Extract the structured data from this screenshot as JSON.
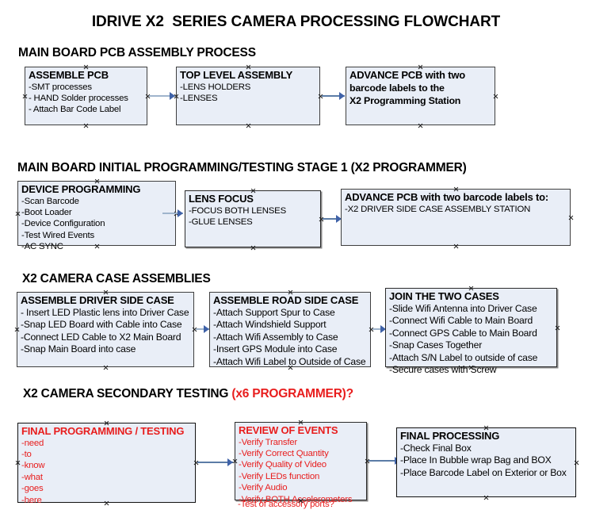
{
  "document": {
    "title": "IDRIVE X2  SERIES CAMERA PROCESSING FLOWCHART",
    "accent_color": "#e81d1d",
    "box_fill": "#e9eef7",
    "connector_color": "#9fb4cc",
    "arrowhead_color": "#3f62a8"
  },
  "sections": [
    {
      "id": "main-board-pcb-assembly",
      "header": "MAIN BOARD PCB ASSEMBLY PROCESS",
      "header_accent": "",
      "boxes": [
        {
          "id": "assemble-pcb",
          "title": "ASSEMBLE PCB",
          "lines": [
            "-SMT processes",
            "- HAND Solder processes",
            "- Attach Bar Code Label"
          ]
        },
        {
          "id": "top-level-assembly",
          "title": "TOP LEVEL ASSEMBLY",
          "lines": [
            "-LENS HOLDERS",
            "-LENSES"
          ]
        },
        {
          "id": "advance-pcb-programming-station",
          "title": "ADVANCE PCB with two",
          "lines": [
            "barcode labels to the",
            "X2 Programming Station"
          ]
        }
      ]
    },
    {
      "id": "initial-programming-testing-stage-1",
      "header": "MAIN BOARD INITIAL PROGRAMMING/TESTING STAGE 1 (X2 PROGRAMMER)",
      "header_accent": "",
      "boxes": [
        {
          "id": "device-programming",
          "title": "DEVICE PROGRAMMING",
          "lines": [
            "-Scan Barcode",
            "-Boot Loader",
            "-Device Configuration",
            "-Test Wired Events",
            "-AC SYNC"
          ]
        },
        {
          "id": "lens-focus",
          "title": "LENS FOCUS",
          "lines": [
            "-FOCUS BOTH LENSES",
            "-GLUE LENSES"
          ]
        },
        {
          "id": "advance-pcb-driver-side-case",
          "title": "ADVANCE PCB with two barcode labels to:",
          "lines": [
            "-X2 DRIVER  SIDE  CASE  ASSEMBLY STATION"
          ]
        }
      ]
    },
    {
      "id": "x2-camera-case-assemblies",
      "header": "X2 CAMERA CASE ASSEMBLIES",
      "header_accent": "",
      "boxes": [
        {
          "id": "assemble-driver-side-case",
          "title": "ASSEMBLE DRIVER SIDE CASE",
          "lines": [
            "- Insert LED Plastic lens into Driver Case",
            "-Snap LED Board with Cable into Case",
            "-Connect LED Cable to X2 Main Board",
            "-Snap Main Board into case"
          ]
        },
        {
          "id": "assemble-road-side-case",
          "title": "ASSEMBLE ROAD SIDE CASE",
          "lines": [
            "-Attach Support Spur to Case",
            "-Attach Windshield Support",
            "-Attach Wifi Assembly to Case",
            "-Insert GPS Module into Case",
            "-Attach Wifi Label to Outside of Case"
          ]
        },
        {
          "id": "join-the-two-cases",
          "title": "JOIN THE TWO CASES",
          "lines": [
            "-Slide Wifi Antenna into Driver Case",
            "-Connect Wifi Cable to Main Board",
            "-Connect GPS Cable to Main Board",
            "-Snap Cases Together",
            "-Attach S/N Label to outside of case",
            "-Secure cases with Screw"
          ]
        }
      ]
    },
    {
      "id": "x2-camera-secondary-testing",
      "header": "X2 CAMERA SECONDARY TESTING ",
      "header_accent": "(x6 PROGRAMMER)?",
      "boxes": [
        {
          "id": "final-programming-testing",
          "title": "FINAL PROGRAMMING / TESTING",
          "lines": [
            "-need",
            "-to",
            "-know",
            "-what",
            "-goes",
            "-here"
          ]
        },
        {
          "id": "review-of-events",
          "title": "REVIEW OF EVENTS",
          "lines": [
            "-Verify Transfer",
            "-Verify Correct Quantity",
            "-Verify Quality of Video",
            "-Verify LEDs function",
            "-Verify Audio",
            "-Verify BOTH Accelerometers"
          ],
          "overflow_line": "-Test of accessory ports?"
        },
        {
          "id": "final-processing",
          "title": "FINAL PROCESSING",
          "lines": [
            " -Check Final Box",
            "-Place In Bubble wrap Bag and BOX",
            "-Place Barcode Label on Exterior or Box"
          ]
        }
      ]
    }
  ]
}
